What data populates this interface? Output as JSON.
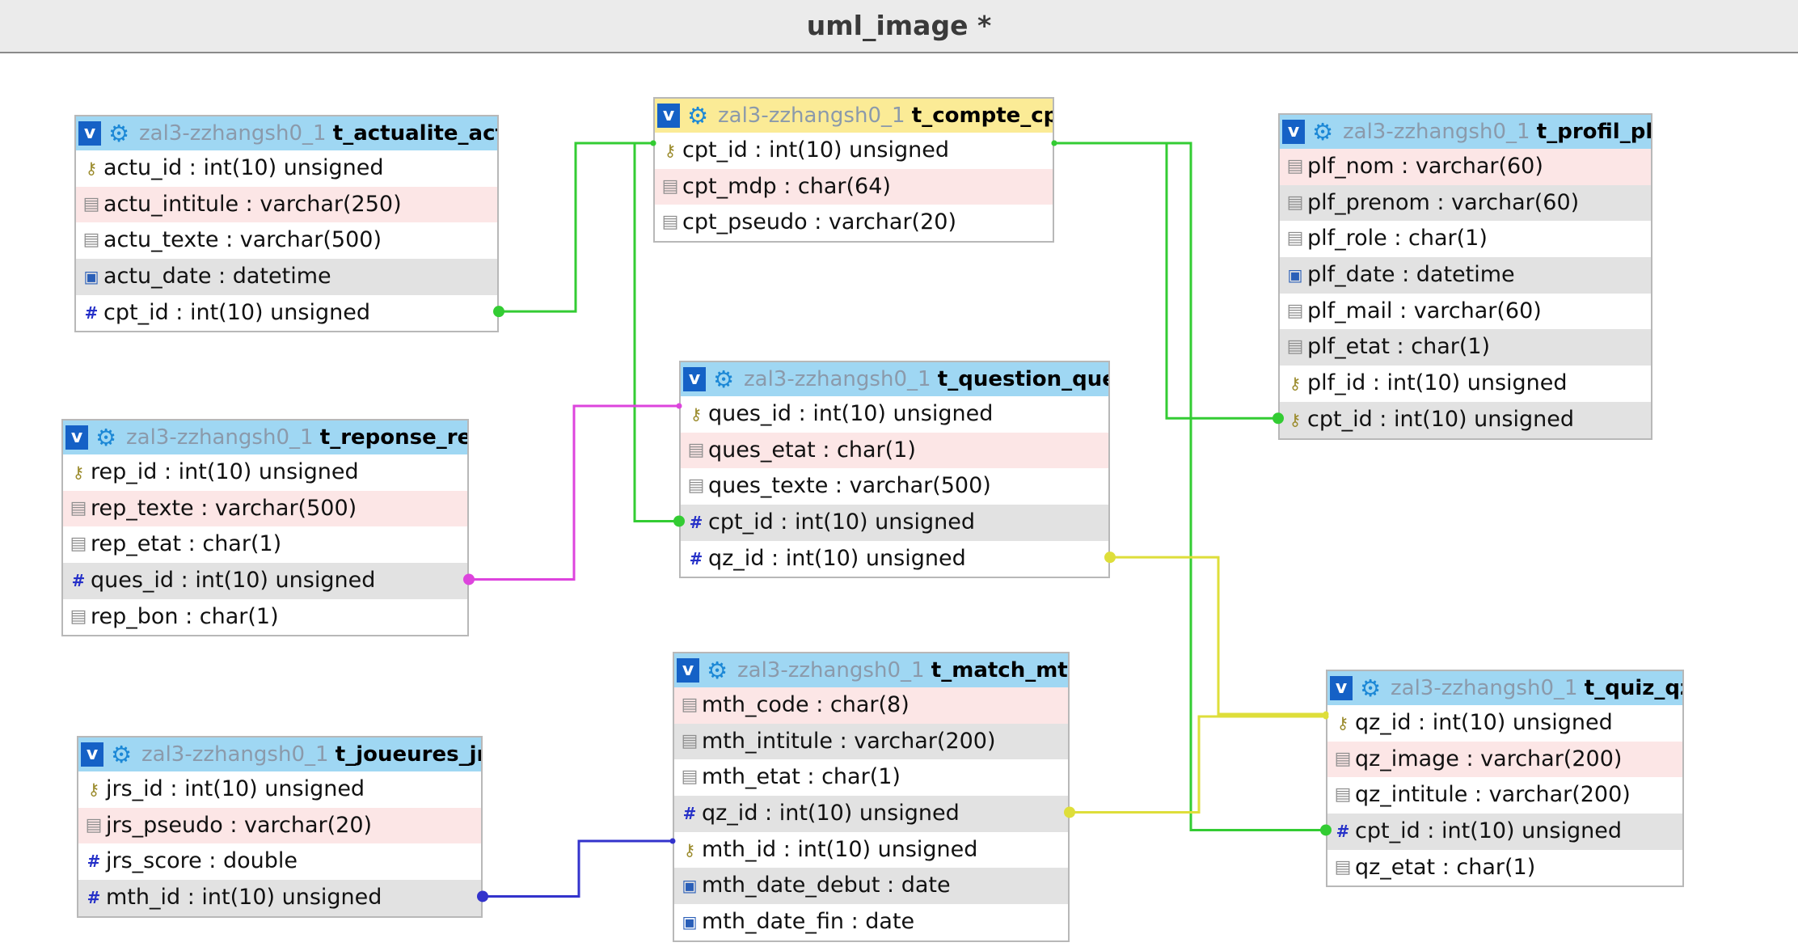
{
  "window_title": "uml_image *",
  "tables": [
    {
      "id": "actu",
      "db": "zal3-zzhangsh0_1",
      "name": "t_actualite_actu",
      "highlighted": false,
      "fields": [
        {
          "text": "actu_id : int(10) unsigned",
          "icon": "key-icon",
          "shade": "none"
        },
        {
          "text": "actu_intitule : varchar(250)",
          "icon": "text-field-icon",
          "shade": "pink"
        },
        {
          "text": "actu_texte : varchar(500)",
          "icon": "text-field-icon",
          "shade": "none"
        },
        {
          "text": "actu_date : datetime",
          "icon": "date-field-icon",
          "shade": "gray"
        },
        {
          "text": "cpt_id : int(10) unsigned",
          "icon": "numeric-field-icon",
          "shade": "none"
        }
      ]
    },
    {
      "id": "cpt",
      "db": "zal3-zzhangsh0_1",
      "name": "t_compte_cpt",
      "highlighted": true,
      "fields": [
        {
          "text": "cpt_id : int(10) unsigned",
          "icon": "key-icon",
          "shade": "none"
        },
        {
          "text": "cpt_mdp : char(64)",
          "icon": "text-field-icon",
          "shade": "pink"
        },
        {
          "text": "cpt_pseudo : varchar(20)",
          "icon": "text-field-icon",
          "shade": "none"
        }
      ]
    },
    {
      "id": "plf",
      "db": "zal3-zzhangsh0_1",
      "name": "t_profil_plf",
      "highlighted": false,
      "fields": [
        {
          "text": "plf_nom : varchar(60)",
          "icon": "text-field-icon",
          "shade": "pink"
        },
        {
          "text": "plf_prenom : varchar(60)",
          "icon": "text-field-icon",
          "shade": "gray"
        },
        {
          "text": "plf_role : char(1)",
          "icon": "text-field-icon",
          "shade": "none"
        },
        {
          "text": "plf_date : datetime",
          "icon": "date-field-icon",
          "shade": "gray"
        },
        {
          "text": "plf_mail : varchar(60)",
          "icon": "text-field-icon",
          "shade": "none"
        },
        {
          "text": "plf_etat : char(1)",
          "icon": "text-field-icon",
          "shade": "gray"
        },
        {
          "text": "plf_id : int(10) unsigned",
          "icon": "key-icon",
          "shade": "none"
        },
        {
          "text": "cpt_id : int(10) unsigned",
          "icon": "key-icon",
          "shade": "gray"
        }
      ]
    },
    {
      "id": "rep",
      "db": "zal3-zzhangsh0_1",
      "name": "t_reponse_rep",
      "highlighted": false,
      "fields": [
        {
          "text": "rep_id : int(10) unsigned",
          "icon": "key-icon",
          "shade": "none"
        },
        {
          "text": "rep_texte : varchar(500)",
          "icon": "text-field-icon",
          "shade": "pink"
        },
        {
          "text": "rep_etat : char(1)",
          "icon": "text-field-icon",
          "shade": "none"
        },
        {
          "text": "ques_id : int(10) unsigned",
          "icon": "numeric-field-icon",
          "shade": "gray"
        },
        {
          "text": "rep_bon : char(1)",
          "icon": "text-field-icon",
          "shade": "none"
        }
      ]
    },
    {
      "id": "ques",
      "db": "zal3-zzhangsh0_1",
      "name": "t_question_ques",
      "highlighted": false,
      "fields": [
        {
          "text": "ques_id : int(10) unsigned",
          "icon": "key-icon",
          "shade": "none"
        },
        {
          "text": "ques_etat : char(1)",
          "icon": "text-field-icon",
          "shade": "pink"
        },
        {
          "text": "ques_texte : varchar(500)",
          "icon": "text-field-icon",
          "shade": "none"
        },
        {
          "text": "cpt_id : int(10) unsigned",
          "icon": "numeric-field-icon",
          "shade": "gray"
        },
        {
          "text": "qz_id : int(10) unsigned",
          "icon": "numeric-field-icon",
          "shade": "none"
        }
      ]
    },
    {
      "id": "jrs",
      "db": "zal3-zzhangsh0_1",
      "name": "t_joueures_jrs",
      "highlighted": false,
      "fields": [
        {
          "text": "jrs_id : int(10) unsigned",
          "icon": "key-icon",
          "shade": "none"
        },
        {
          "text": "jrs_pseudo : varchar(20)",
          "icon": "text-field-icon",
          "shade": "pink"
        },
        {
          "text": "jrs_score : double",
          "icon": "numeric-field-icon",
          "shade": "none"
        },
        {
          "text": "mth_id : int(10) unsigned",
          "icon": "numeric-field-icon",
          "shade": "gray"
        }
      ]
    },
    {
      "id": "mth",
      "db": "zal3-zzhangsh0_1",
      "name": "t_match_mth",
      "highlighted": false,
      "fields": [
        {
          "text": "mth_code : char(8)",
          "icon": "text-field-icon",
          "shade": "pink"
        },
        {
          "text": "mth_intitule : varchar(200)",
          "icon": "text-field-icon",
          "shade": "gray"
        },
        {
          "text": "mth_etat : char(1)",
          "icon": "text-field-icon",
          "shade": "none"
        },
        {
          "text": "qz_id : int(10) unsigned",
          "icon": "numeric-field-icon",
          "shade": "gray"
        },
        {
          "text": "mth_id : int(10) unsigned",
          "icon": "key-icon",
          "shade": "none"
        },
        {
          "text": "mth_date_debut : date",
          "icon": "date-field-icon",
          "shade": "gray"
        },
        {
          "text": "mth_date_fin : date",
          "icon": "date-field-icon",
          "shade": "none"
        }
      ]
    },
    {
      "id": "qz",
      "db": "zal3-zzhangsh0_1",
      "name": "t_quiz_qz",
      "highlighted": false,
      "fields": [
        {
          "text": "qz_id : int(10) unsigned",
          "icon": "key-icon",
          "shade": "none"
        },
        {
          "text": "qz_image : varchar(200)",
          "icon": "text-field-icon",
          "shade": "pink"
        },
        {
          "text": "qz_intitule : varchar(200)",
          "icon": "text-field-icon",
          "shade": "none"
        },
        {
          "text": "cpt_id : int(10) unsigned",
          "icon": "numeric-field-icon",
          "shade": "gray"
        },
        {
          "text": "qz_etat : char(1)",
          "icon": "text-field-icon",
          "shade": "none"
        }
      ]
    }
  ],
  "relations": [
    {
      "from": "actu.cpt_id",
      "to": "cpt.cpt_id",
      "color": "#33cc33"
    },
    {
      "from": "ques.cpt_id",
      "to": "cpt.cpt_id",
      "color": "#33cc33"
    },
    {
      "from": "plf.cpt_id",
      "to": "cpt.cpt_id",
      "color": "#33cc33"
    },
    {
      "from": "qz.cpt_id",
      "to": "cpt.cpt_id",
      "color": "#33cc33"
    },
    {
      "from": "rep.ques_id",
      "to": "ques.ques_id",
      "color": "#dd44dd"
    },
    {
      "from": "jrs.mth_id",
      "to": "mth.mth_id",
      "color": "#3333cc"
    },
    {
      "from": "ques.qz_id",
      "to": "qz.qz_id",
      "color": "#dede3a"
    },
    {
      "from": "mth.qz_id",
      "to": "qz.qz_id",
      "color": "#dede3a"
    }
  ]
}
